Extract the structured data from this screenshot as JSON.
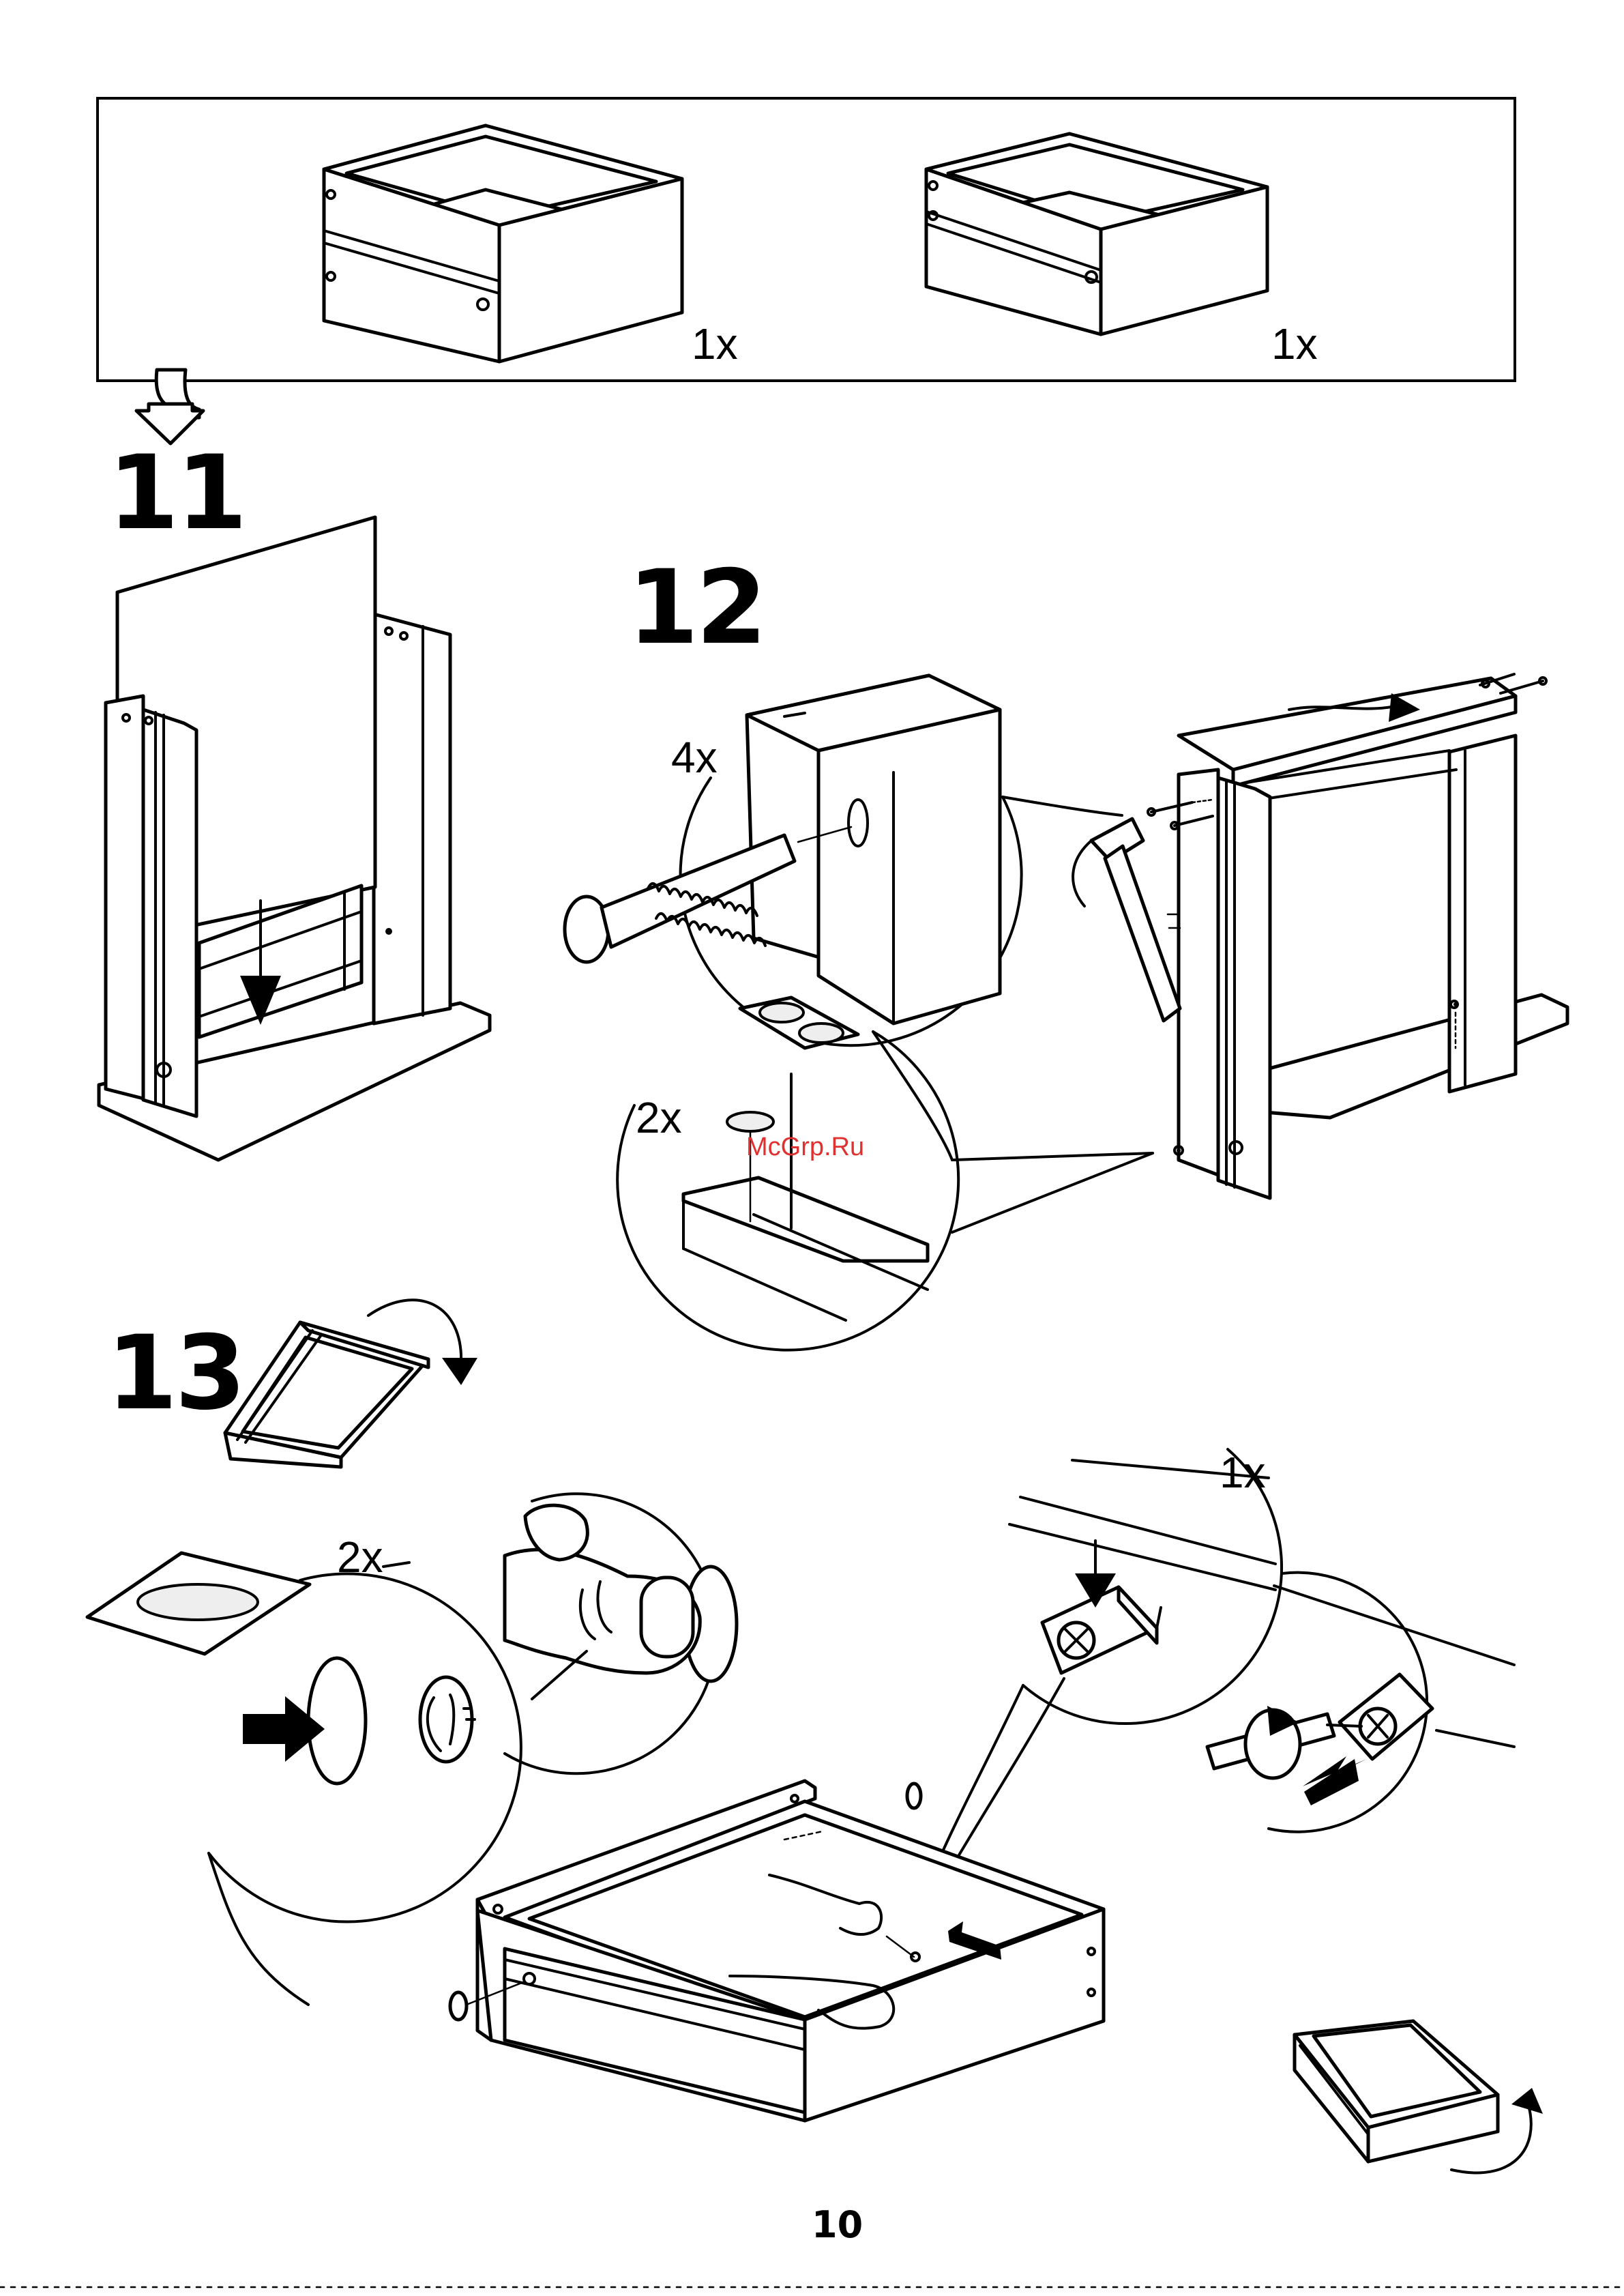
{
  "header_panel": {
    "qty_left": "1x",
    "qty_right": "1x"
  },
  "steps": {
    "step11": {
      "number": "11"
    },
    "step12": {
      "number": "12",
      "qty_dowel": "4x",
      "qty_pad": "2x"
    },
    "step13": {
      "number": "13",
      "qty_cap": "2x",
      "qty_cam": "1x"
    }
  },
  "watermark": {
    "text": "McGrp.Ru",
    "color": "#e03030"
  },
  "footer": {
    "page_number": "10"
  }
}
